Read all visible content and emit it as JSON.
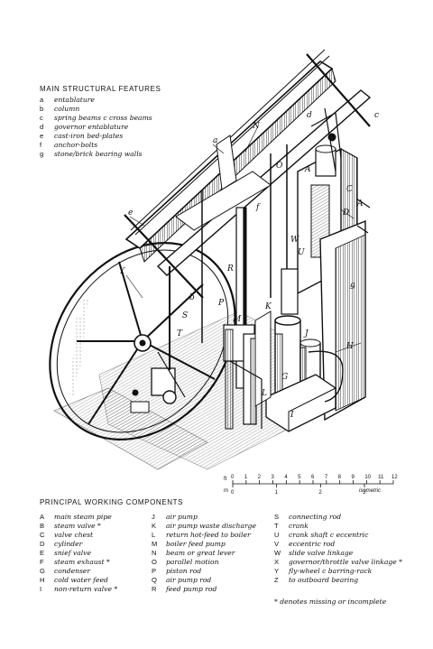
{
  "features": {
    "heading": "MAIN STRUCTURAL FEATURES",
    "items": [
      {
        "key": "a",
        "text": "entablature"
      },
      {
        "key": "b",
        "text": "column"
      },
      {
        "key": "c",
        "text": "spring beams c cross beams"
      },
      {
        "key": "d",
        "text": "governor entablature"
      },
      {
        "key": "e",
        "text": "cast-iron bed-plates"
      },
      {
        "key": "f",
        "text": "anchor-bolts"
      },
      {
        "key": "g",
        "text": "stone/brick bearing walls"
      }
    ]
  },
  "components": {
    "heading": "PRINCIPAL WORKING COMPONENTS",
    "col1": [
      {
        "key": "A",
        "text": "main steam pipe"
      },
      {
        "key": "B",
        "text": "steam valve *"
      },
      {
        "key": "C",
        "text": "valve chest"
      },
      {
        "key": "D",
        "text": "cylinder"
      },
      {
        "key": "E",
        "text": "snief valve"
      },
      {
        "key": "F",
        "text": "steam exhaust *"
      },
      {
        "key": "G",
        "text": "condenser"
      },
      {
        "key": "H",
        "text": "cold water feed"
      },
      {
        "key": "I",
        "text": "non-return valve *"
      }
    ],
    "col2": [
      {
        "key": "J",
        "text": "air pump"
      },
      {
        "key": "K",
        "text": "air pump waste discharge"
      },
      {
        "key": "L",
        "text": "return hot-feed to boiler"
      },
      {
        "key": "M",
        "text": "boiler feed pump"
      },
      {
        "key": "N",
        "text": "beam or great lever"
      },
      {
        "key": "O",
        "text": "parallel motion"
      },
      {
        "key": "P",
        "text": "piston rod"
      },
      {
        "key": "Q",
        "text": "air pump rod"
      },
      {
        "key": "R",
        "text": "feed pump rod"
      }
    ],
    "col3": [
      {
        "key": "S",
        "text": "connecting rod"
      },
      {
        "key": "T",
        "text": "crank"
      },
      {
        "key": "U",
        "text": "crank shaft c eccentric"
      },
      {
        "key": "V",
        "text": "eccentric rod"
      },
      {
        "key": "W",
        "text": "slide valve linkage"
      },
      {
        "key": "X",
        "text": "governor/throttle valve linkage *"
      },
      {
        "key": "Y",
        "text": "fly-wheel c barring-rack"
      },
      {
        "key": "Z",
        "text": "to outboard bearing"
      }
    ],
    "note": "* denotes missing or incomplete"
  },
  "scale": {
    "unit_ft": "ft",
    "unit_m": "m",
    "ticks_ft": [
      "0",
      "1",
      "2",
      "3",
      "4",
      "5",
      "6",
      "7",
      "8",
      "9",
      "10",
      "11",
      "12"
    ],
    "ticks_m": [
      "0",
      "1",
      "2",
      "3"
    ],
    "label": "isometric"
  },
  "callouts": {
    "a": "a",
    "b": "b",
    "c": "c",
    "d": "d",
    "e": "e",
    "f": "f",
    "g": "g",
    "A": "A",
    "C": "C",
    "D": "D",
    "G": "G",
    "H": "H",
    "I": "I",
    "J": "J",
    "K": "K",
    "L": "L",
    "M": "M",
    "N": "N",
    "O": "O",
    "P": "P",
    "R": "R",
    "S": "S",
    "T": "T",
    "U": "U",
    "W": "W",
    "Y": "Y"
  }
}
